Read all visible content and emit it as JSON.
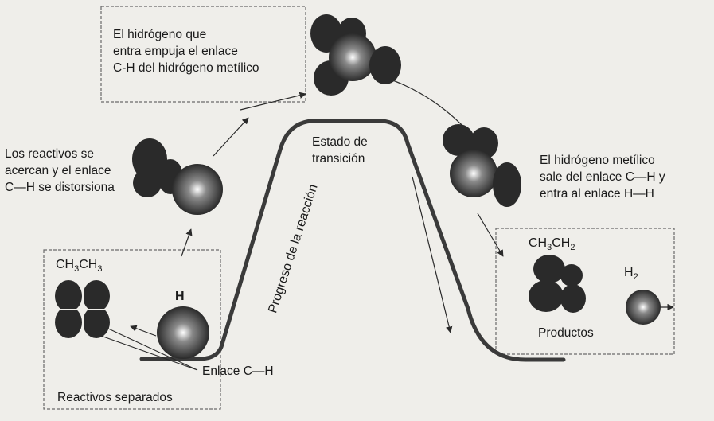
{
  "labels": {
    "top_box": [
      "El hidrógeno que",
      "entra empuja el enlace",
      "C-H del hidrógeno metílico"
    ],
    "reactants_approach": [
      "Los reactivos se",
      "acercan y el enlace",
      "C—H se distorsiona"
    ],
    "transition_state": [
      "Estado de",
      "transición"
    ],
    "methyl_exit": [
      "El hidrógeno metílico",
      "sale del enlace C—H y",
      "entra al enlace H—H"
    ],
    "reaction_progress": "Progreso de la reacción",
    "ch_bond": "Enlace C—H",
    "separated_reactants": "Reactivos separados",
    "products": "Productos",
    "h_atom": "H"
  },
  "formulas": {
    "ethane": {
      "main": "CH",
      "sub1": "3",
      "mid": "CH",
      "sub2": "3"
    },
    "ethyl": {
      "main": "CH",
      "sub1": "3",
      "mid": "CH",
      "sub2": "2"
    },
    "hydrogen": {
      "main": "H",
      "sub1": "2"
    }
  },
  "colors": {
    "background": "#efeeea",
    "orbital": "#2a2a2a",
    "curve": "#3a3a3a",
    "box_border": "#6a6a6a"
  }
}
